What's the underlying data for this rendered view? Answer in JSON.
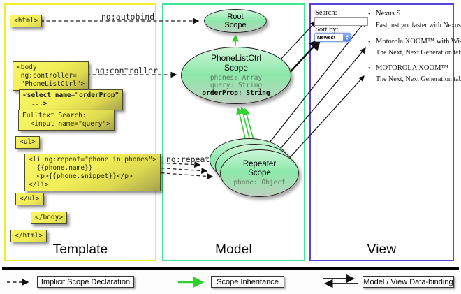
{
  "columns": {
    "template_title": "Template",
    "model_title": "Model",
    "view_title": "View"
  },
  "labels": {
    "autobind": "ng:autobind",
    "controller": "ng:controller",
    "repeat": "ng:repeat"
  },
  "template": {
    "html_open": "<html>",
    "body_open": "<body\n ng:controller=\n \"PhoneListCtrl\">",
    "select": "<select name=\"orderProp\"\n  ...>",
    "fulltext": "Fulltext Search:\n  <input name=\"query\">",
    "ul_open": "<ul>",
    "li_repeat": "<li ng:repeat=\"phone in phones\">\n  {{phone.name}}\n  <p>{{phone.snippet}}</p>\n</li>",
    "ul_close": "</ul>",
    "body_close": "</body>",
    "html_close": "</html>"
  },
  "model": {
    "root_scope": {
      "title": "Root",
      "subtitle": "Scope"
    },
    "phonelist_scope": {
      "title": "PhoneListCtrl",
      "subtitle": "Scope",
      "prop_phones": "phones: Array",
      "prop_query": "query: String",
      "prop_orderprop": "orderProp: String"
    },
    "repeater_scope": {
      "title": "Repeater",
      "subtitle": "Scope",
      "prop_phone": "phone: Object"
    }
  },
  "view": {
    "search_label": "Search:",
    "search_value": "",
    "sort_label": "Sort by:",
    "sort_value": "Newest",
    "items": [
      {
        "bullet": "•",
        "title": "Nexus S",
        "desc": "Fast just got faster with Nexus S."
      },
      {
        "bullet": "•",
        "title": "Motorola XOOM™ with Wi-Fi",
        "desc": "The Next, Next Generation tablet."
      },
      {
        "bullet": "•",
        "title": "MOTOROLA XOOM™",
        "desc": "The Next, Next Generation tablet."
      }
    ]
  },
  "legend": {
    "implicit": "Implicit Scope Declaration",
    "inheritance": "Scope Inheritance",
    "databinding": "Model / View Data-binding"
  },
  "colors": {
    "template_border": "#f2ee2c",
    "model_border": "#3fe896",
    "view_border": "#5546db",
    "scope_fill_top": "#cdf5d8",
    "scope_fill_mid": "#8ce8aa",
    "box_yellow": "#f1ee57",
    "arrow_black": "#111111",
    "arrow_green": "#2ed12e"
  }
}
